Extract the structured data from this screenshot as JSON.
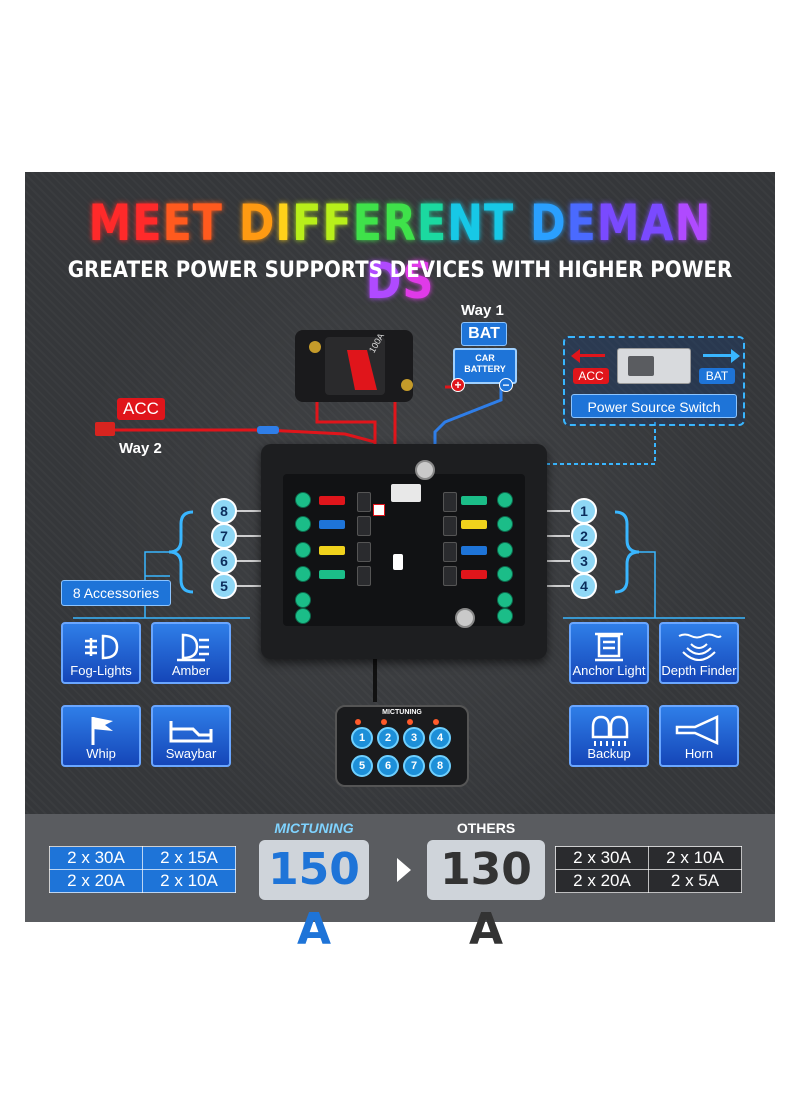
{
  "header": {
    "title": "MEET DIFFERENT DEMANDS",
    "subtitle": "GREATER POWER SUPPORTS DEVICES WITH HIGHER POWER"
  },
  "power": {
    "way1": "Way 1",
    "way2": "Way 2",
    "bat": "BAT",
    "acc": "ACC",
    "car_battery_line1": "CAR",
    "car_battery_line2": "BATTERY",
    "breaker_rating": "100A",
    "switch_acc": "ACC",
    "switch_bat": "BAT",
    "switch_title": "Power Source Switch",
    "plus": "+",
    "minus": "−"
  },
  "accessories_label": "8 Accessories",
  "left_numbers": [
    "8",
    "7",
    "6",
    "5"
  ],
  "right_numbers": [
    "1",
    "2",
    "3",
    "4"
  ],
  "devices_left": [
    {
      "label": "Fog-Lights",
      "icon": "fog-light-icon"
    },
    {
      "label": "Amber",
      "icon": "amber-light-icon"
    },
    {
      "label": "Whip",
      "icon": "whip-flag-icon"
    },
    {
      "label": "Swaybar",
      "icon": "swaybar-icon"
    }
  ],
  "devices_right": [
    {
      "label": "Anchor Light",
      "icon": "anchor-light-icon"
    },
    {
      "label": "Depth Finder",
      "icon": "depth-finder-icon"
    },
    {
      "label": "Backup",
      "icon": "backup-light-icon"
    },
    {
      "label": "Horn",
      "icon": "horn-icon"
    }
  ],
  "controller": {
    "brand": "MICTUNING",
    "keys": [
      "1",
      "2",
      "3",
      "4",
      "5",
      "6",
      "7",
      "8"
    ]
  },
  "comparison": {
    "brand_label": "MICTUNING",
    "brand_total": "150 A",
    "others_label": "OTHERS",
    "others_total": "130 A",
    "brand_fuses": [
      [
        "2 x 30A",
        "2 x 15A"
      ],
      [
        "2 x 20A",
        "2 x 10A"
      ]
    ],
    "others_fuses": [
      [
        "2 x 30A",
        "2 x 10A"
      ],
      [
        "2 x 20A",
        "2 x 5A"
      ]
    ]
  },
  "colors": {
    "accent_blue": "#1e74d8",
    "acc_red": "#e0151b",
    "bg_dark": "#35373a",
    "number_bubble": "#8fd7f5"
  }
}
